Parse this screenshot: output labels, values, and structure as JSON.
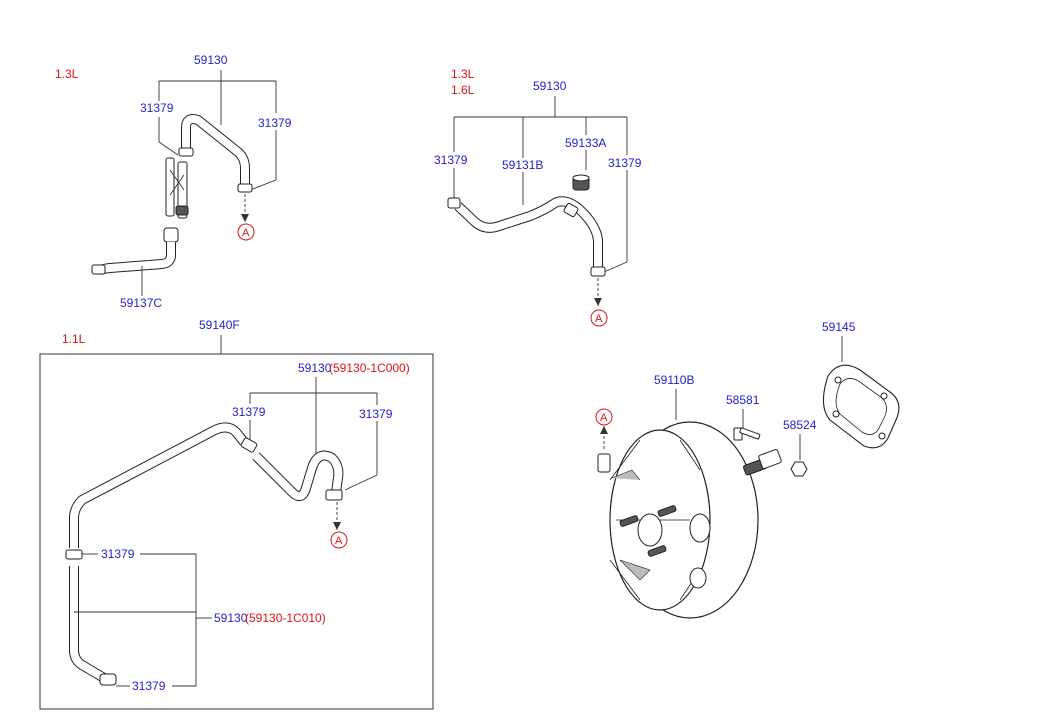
{
  "top_left": {
    "variant": "1.3L",
    "assembly": "59130",
    "clamp_left": "31379",
    "clamp_right": "31379",
    "pipe": "59137C",
    "marker": "A"
  },
  "top_middle": {
    "variant_1": "1.3L",
    "variant_2": "1.6L",
    "assembly": "59130",
    "clamp_left": "31379",
    "hose": "59131B",
    "valve": "59133A",
    "clamp_right": "31379",
    "marker": "A"
  },
  "bottom_left": {
    "variant": "1.1L",
    "kit": "59140F",
    "upper_assembly": "59130",
    "upper_assembly_alt": "(59130-1C000)",
    "upper_clamp_left": "31379",
    "upper_clamp_right": "31379",
    "lower_clamp_top": "31379",
    "lower_assembly": "59130",
    "lower_assembly_alt": "(59130-1C010)",
    "lower_clamp_bottom": "31379",
    "marker": "A"
  },
  "booster": {
    "marker": "A",
    "booster": "59110B",
    "bolt": "58581",
    "nut": "58524",
    "gasket": "59145"
  },
  "colors": {
    "part_number": "#1f1fd0",
    "variant": "#e01414",
    "leader": "#333333"
  }
}
